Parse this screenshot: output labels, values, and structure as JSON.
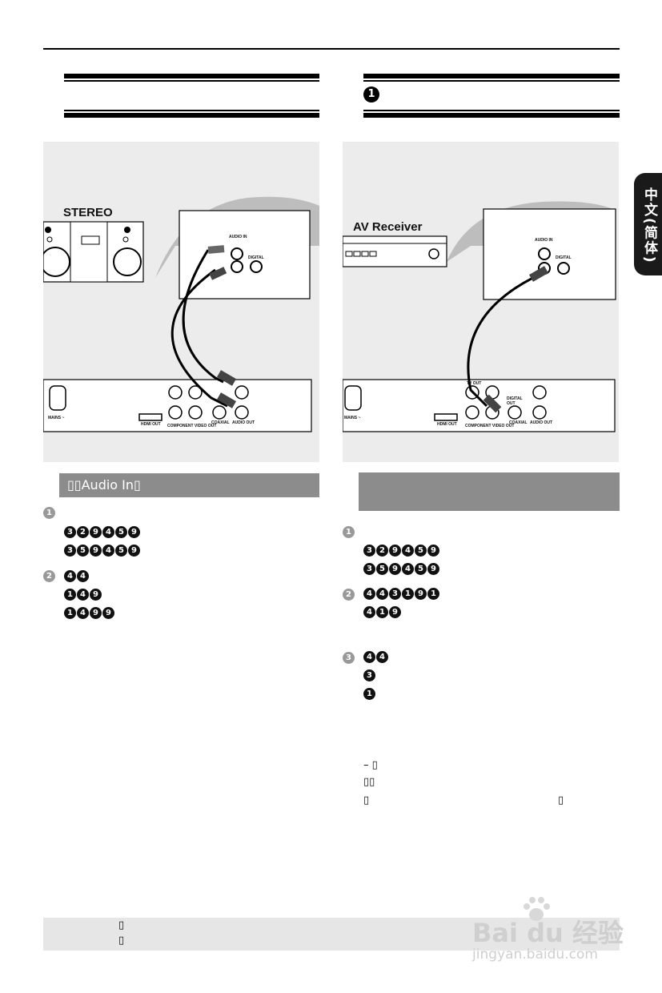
{
  "tab": {
    "label": "中文(简体)"
  },
  "right": {
    "header_num": "1",
    "diagram_label": "AV Receiver",
    "steps": [
      {
        "num": "1",
        "rows": [
          "3",
          "2",
          "9",
          "4",
          "5",
          "9"
        ],
        "rows2": [
          "3",
          "5",
          "9",
          "4",
          "5",
          "9"
        ]
      },
      {
        "num": "2",
        "rows": [
          "4",
          "4",
          "3",
          "1",
          "9",
          "1"
        ],
        "rows2": [
          "4",
          "1",
          "9"
        ]
      },
      {
        "num": "3",
        "rows": [
          "4",
          "4"
        ],
        "rows2": [
          "3"
        ],
        "rows3": [
          "1"
        ]
      }
    ],
    "notes": [
      "– ▯",
      "▯▯",
      "▯",
      "▯"
    ]
  },
  "left": {
    "diagram_label": "STEREO",
    "band_label": "▯▯Audio In▯",
    "steps": [
      {
        "num": "1",
        "rows": [
          "3",
          "2",
          "9",
          "4",
          "5",
          "9"
        ],
        "rows2": [
          "3",
          "5",
          "9",
          "4",
          "5",
          "9"
        ]
      },
      {
        "num": "2",
        "rows": [
          "4",
          "4"
        ],
        "rows2": [
          "1",
          "4",
          "9"
        ],
        "rows3": [
          "1",
          "4",
          "9",
          "9"
        ]
      }
    ]
  },
  "jack_labels": {
    "audio_in": "AUDIO IN",
    "digital": "DIGITAL",
    "hdmi": "HDMI OUT",
    "component": "COMPONENT VIDEO OUT",
    "coaxial": "COAXIAL",
    "audio_out": "AUDIO OUT",
    "mains": "MAINS ~",
    "tv_out": "TV OUT",
    "digital_out": "DIGITAL OUT"
  },
  "footer": {
    "lines": [
      "▯",
      "▯"
    ]
  },
  "watermark": {
    "brand": "Bai du 经验",
    "url": "jingyan.baidu.com"
  }
}
